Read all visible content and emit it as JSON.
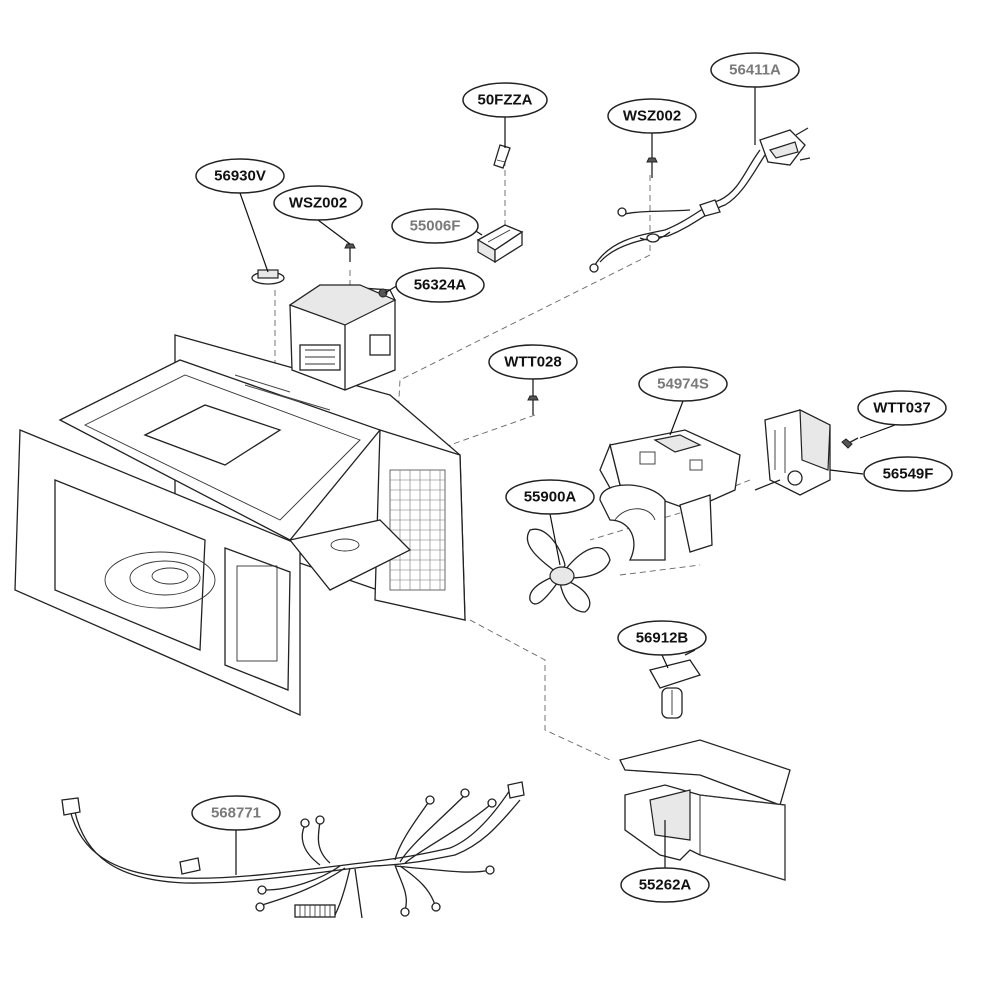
{
  "colors": {
    "line": "#222222",
    "label_text": "#111111",
    "label_text_muted": "#7a7a7a",
    "background": "#ffffff"
  },
  "labels": {
    "l_56411A": "56411A",
    "l_50FZZA": "50FZZA",
    "l_WSZ002_top": "WSZ002",
    "l_56930V": "56930V",
    "l_WSZ002_left": "WSZ002",
    "l_55006F": "55006F",
    "l_56324A": "56324A",
    "l_WTT028": "WTT028",
    "l_54974S": "54974S",
    "l_WTT037": "WTT037",
    "l_56549F": "56549F",
    "l_55900A": "55900A",
    "l_56912B": "56912B",
    "l_568771": "568771",
    "l_55262A": "55262A"
  }
}
